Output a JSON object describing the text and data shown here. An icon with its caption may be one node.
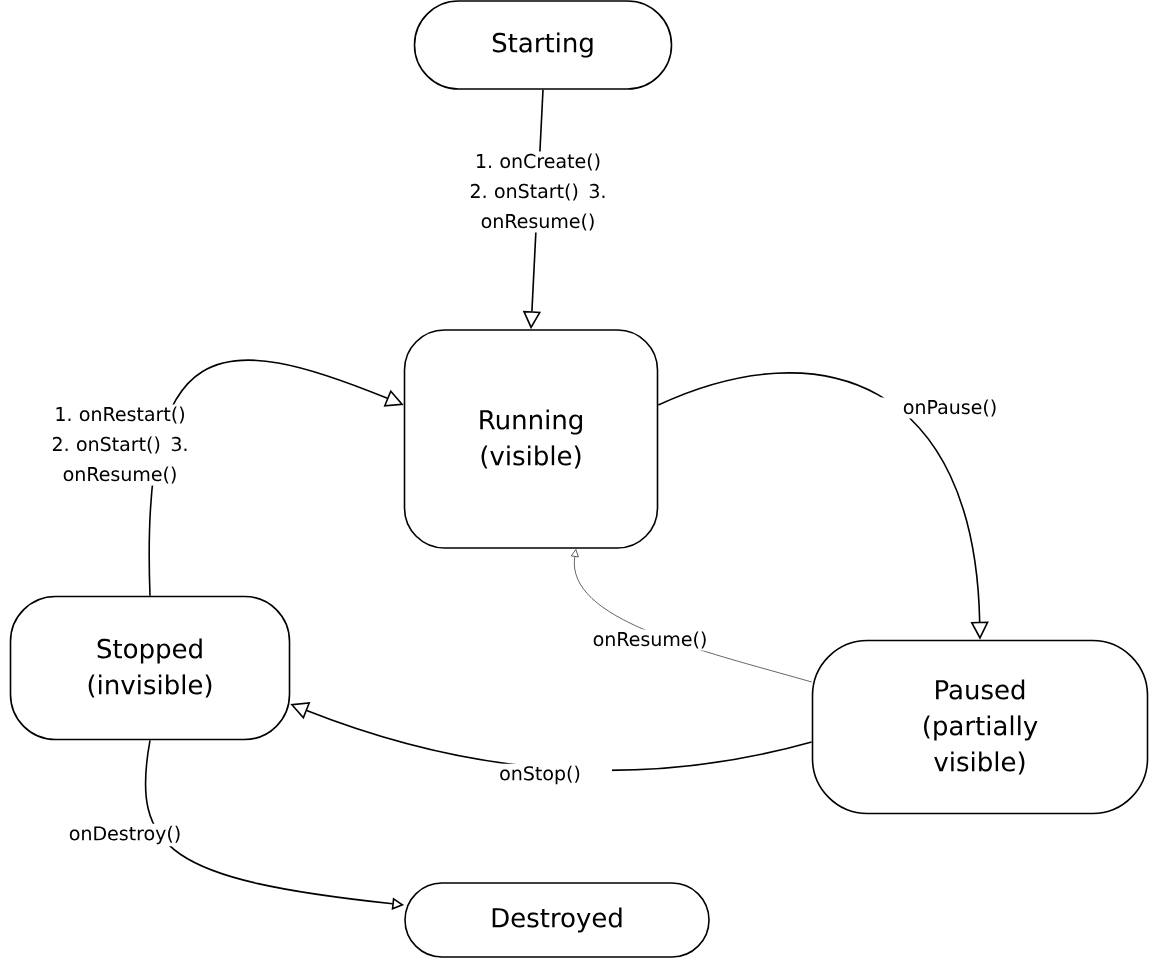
{
  "diagram": {
    "nodes": [
      {
        "text": [
          "Starting"
        ]
      },
      {
        "text": [
          "Running (visible)"
        ]
      },
      {
        "text": [
          "Paused (partially visible)"
        ]
      },
      {
        "text": [
          "Stopped (invisible)"
        ]
      },
      {
        "text": [
          "Destroyed"
        ]
      }
    ],
    "edges": [
      {
        "from": 0,
        "to": 1,
        "arrow": "to",
        "label": "1. onCreate() 2. onStart() 3. onResume()"
      },
      {
        "from": 1,
        "to": 2,
        "arrow": "to",
        "label": "onPause()"
      },
      {
        "from": 2,
        "to": 1,
        "arrow": "to",
        "label": "onResume()"
      },
      {
        "from": 2,
        "to": 3,
        "arrow": "to",
        "label": "onStop()"
      },
      {
        "from": 3,
        "to": 1,
        "arrow": "to",
        "label": "1. onRestart() 2. onStart() 3. onResume()"
      },
      {
        "from": 3,
        "to": 4,
        "arrow": "to",
        "label": "onDestroy()"
      }
    ]
  }
}
